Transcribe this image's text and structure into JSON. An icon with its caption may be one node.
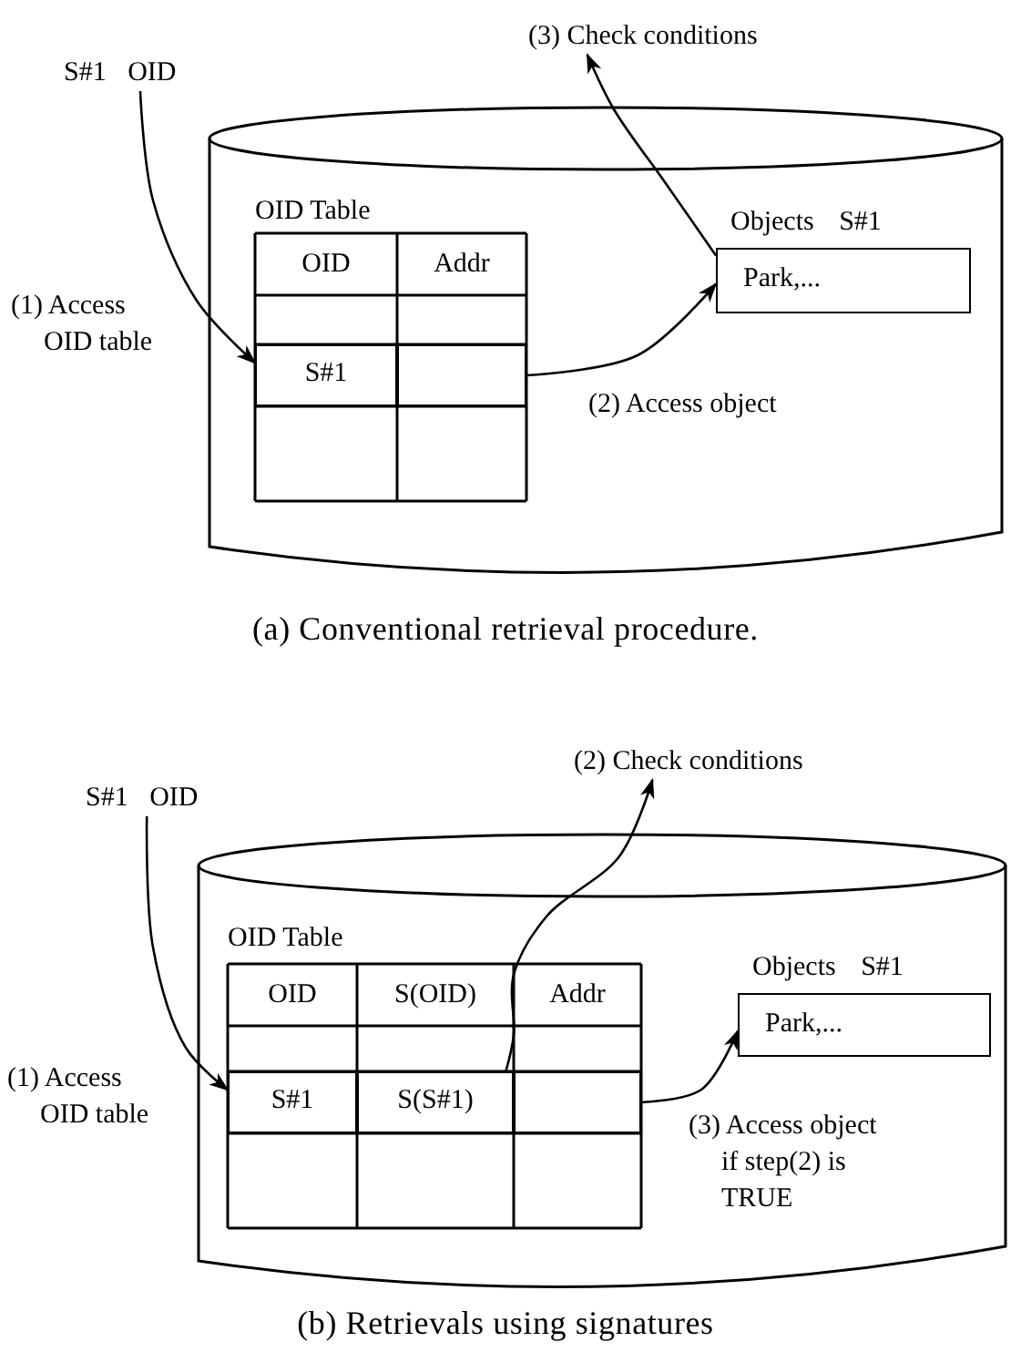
{
  "diagram": {
    "nodes": [
      {
        "text": [
          "(3) Check conditions"
        ]
      },
      {
        "text": [
          "S#1 OID"
        ]
      },
      {
        "text": [],
        "shape": "cylinder"
      },
      {
        "text": [
          "OID Table"
        ],
        "in": 2
      },
      {
        "text": [
          "S#1"
        ],
        "in": 3
      },
      {
        "text": [],
        "shape": "box",
        "in": 3
      },
      {
        "text": [
          "Objects S#1",
          "Park,..."
        ],
        "in": 2
      },
      {
        "text": [
          "(2) Check conditions"
        ]
      },
      {
        "text": [
          "S#1 OID"
        ]
      },
      {
        "text": [],
        "shape": "cylinder"
      },
      {
        "text": [
          "OID Table"
        ],
        "in": 9
      },
      {
        "text": [
          "S#1"
        ],
        "in": 10
      },
      {
        "text": [
          "S(S#1)"
        ],
        "in": 10
      },
      {
        "text": [],
        "shape": "box",
        "in": 10
      },
      {
        "text": [
          "Objects S#1",
          "Park,..."
        ],
        "in": 9
      }
    ],
    "edges": [
      {
        "from": 1,
        "to": 4,
        "arrow": "to",
        "label": "(1) Access OID table"
      },
      {
        "from": 5,
        "to": 6,
        "arrow": "to",
        "label": "(2) Access object"
      },
      {
        "from": 6,
        "to": 0,
        "arrow": "to"
      },
      {
        "from": 8,
        "to": 11,
        "arrow": "to",
        "label": "(1) Access OID table"
      },
      {
        "from": 12,
        "to": 7,
        "arrow": "to"
      },
      {
        "from": 13,
        "to": 14,
        "arrow": "to",
        "label": "(3) Access object if step(2) is TRUE"
      }
    ],
    "labels": [
      "OID",
      "Addr",
      "(a) Conventional retrieval procedure.",
      "OID",
      "S(OID)",
      "Addr",
      "(b) Retrievals using signatures"
    ]
  }
}
